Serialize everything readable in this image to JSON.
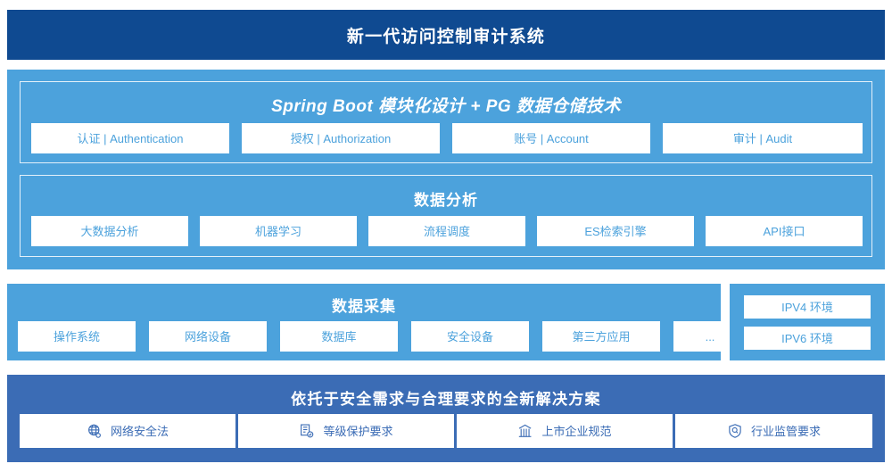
{
  "header": {
    "title": "新一代访问控制审计系统"
  },
  "architecture": {
    "springboot": {
      "title": "Spring Boot 模块化设计 + PG 数据仓储技术",
      "items": [
        {
          "label": "认证 | Authentication"
        },
        {
          "label": "授权 | Authorization"
        },
        {
          "label": "账号 | Account"
        },
        {
          "label": "审计 | Audit"
        }
      ]
    },
    "analysis": {
      "title": "数据分析",
      "items": [
        {
          "label": "大数据分析"
        },
        {
          "label": "机器学习"
        },
        {
          "label": "流程调度"
        },
        {
          "label": "ES检索引擎"
        },
        {
          "label": "API接口"
        }
      ]
    }
  },
  "collection": {
    "title": "数据采集",
    "items": [
      {
        "label": "操作系统"
      },
      {
        "label": "网络设备"
      },
      {
        "label": "数据库"
      },
      {
        "label": "安全设备"
      },
      {
        "label": "第三方应用"
      },
      {
        "label": "..."
      }
    ]
  },
  "environment": {
    "items": [
      {
        "label": "IPV4 环境"
      },
      {
        "label": "IPV6 环境"
      }
    ]
  },
  "solution": {
    "title": "依托于安全需求与合理要求的全新解决方案",
    "items": [
      {
        "label": "网络安全法",
        "icon": "globe-network-icon"
      },
      {
        "label": "等级保护要求",
        "icon": "document-check-icon"
      },
      {
        "label": "上市企业规范",
        "icon": "bank-building-icon"
      },
      {
        "label": "行业监管要求",
        "icon": "shield-search-icon"
      }
    ]
  },
  "colors": {
    "title_bar": "#0f4a91",
    "panel_light": "#4ca2dc",
    "panel_mid": "#3b6cb5",
    "chip_bg": "#ffffff"
  }
}
